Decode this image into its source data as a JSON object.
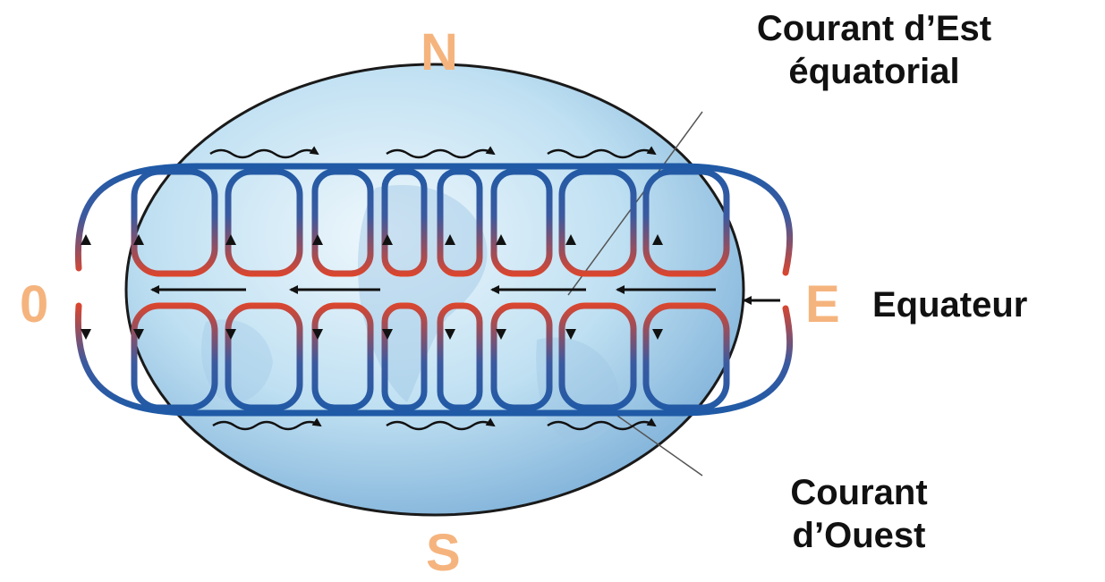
{
  "compass": {
    "north": "N",
    "south": "S",
    "west": "0",
    "east": "E"
  },
  "labels": {
    "courant_est": [
      "Courant d’Est",
      "équatorial"
    ],
    "equateur": "Equateur",
    "courant_ouest": [
      "Courant",
      "d’Ouest"
    ]
  },
  "colors": {
    "compass": "#f5b47e",
    "cell_upper": "#1f5aa6",
    "cell_lower": "#e0452a",
    "globe_light": "#e9f4fb",
    "globe_dark": "#8fc0e0",
    "text": "#111111"
  },
  "icons": [
    "globe-icon",
    "convection-cell-icon",
    "arrow-icon",
    "wavy-current-icon"
  ]
}
